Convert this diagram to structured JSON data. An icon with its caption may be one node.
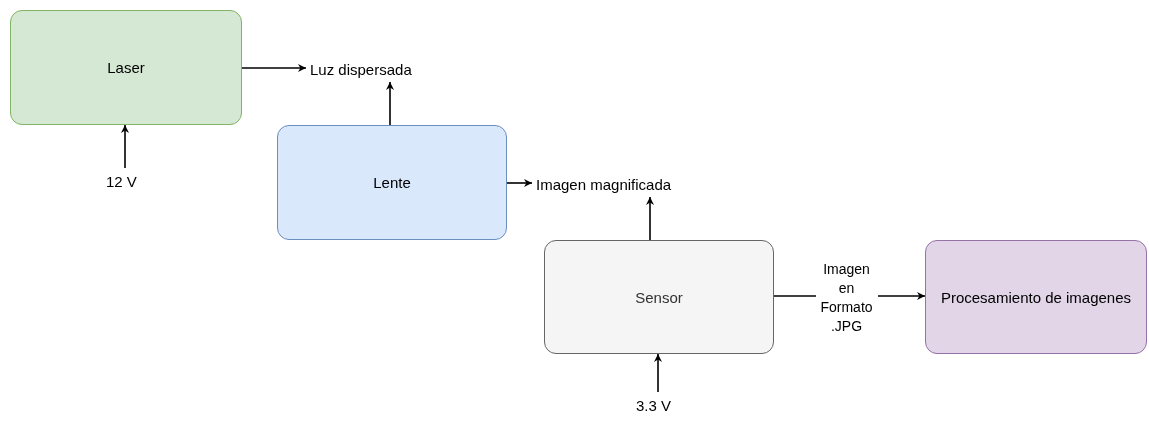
{
  "diagram": {
    "nodes": [
      {
        "text": [
          "Laser"
        ]
      },
      {
        "text": [
          "Luz dispersada"
        ]
      },
      {
        "text": [
          "12 V"
        ]
      },
      {
        "text": [
          "Lente"
        ]
      },
      {
        "text": [
          "Imagen magnificada"
        ]
      },
      {
        "text": [
          "Sensor"
        ]
      },
      {
        "text": [
          "Procesamiento de imagenes"
        ]
      },
      {
        "text": [
          "3.3 V"
        ]
      }
    ],
    "edges": [
      {
        "from": 0,
        "to": 1,
        "arrow": "to"
      },
      {
        "from": 2,
        "to": 0,
        "arrow": "to"
      },
      {
        "from": 3,
        "to": 1,
        "arrow": "to"
      },
      {
        "from": 3,
        "to": 4,
        "arrow": "to"
      },
      {
        "from": 5,
        "to": 4,
        "arrow": "to"
      },
      {
        "from": 5,
        "to": 6,
        "arrow": "to",
        "label": "Imagen en Formato .JPG"
      },
      {
        "from": 7,
        "to": 5,
        "arrow": "to"
      }
    ]
  }
}
